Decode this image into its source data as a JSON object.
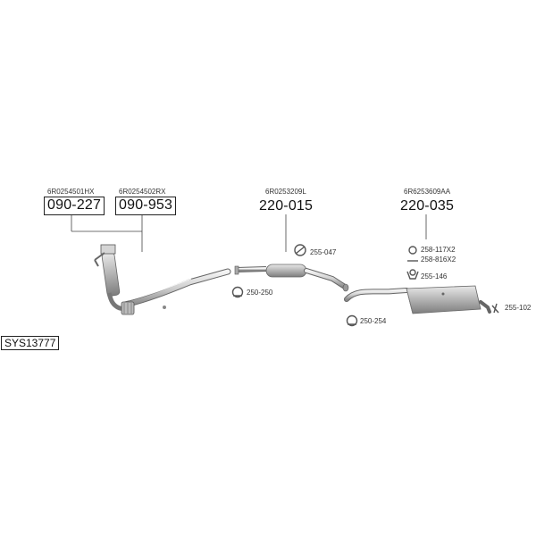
{
  "diagram": {
    "system_code": "SYS13777",
    "parts": [
      {
        "oe": "6R0254501HX",
        "number": "090-227",
        "boxed": true
      },
      {
        "oe": "6R0254502RX",
        "number": "090-953",
        "boxed": true
      },
      {
        "oe": "6R0253209L",
        "number": "220-015",
        "boxed": false
      },
      {
        "oe": "6R6253609AA",
        "number": "220-035",
        "boxed": false
      }
    ],
    "accessories": [
      {
        "code": "255-047"
      },
      {
        "code": "250-250"
      },
      {
        "code": "258-117X2"
      },
      {
        "code": "258-816X2"
      },
      {
        "code": "255-146"
      },
      {
        "code": "250-254"
      },
      {
        "code": "255-102"
      }
    ]
  }
}
